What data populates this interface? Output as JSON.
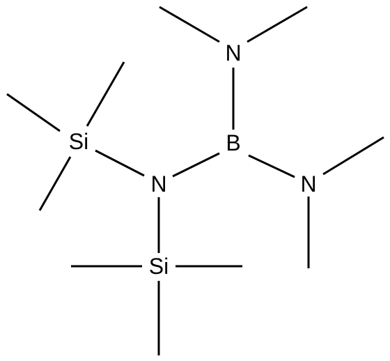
{
  "molecule": {
    "atoms": {
      "n_top": "N",
      "b": "B",
      "n_right": "N",
      "n_center": "N",
      "si_left": "Si",
      "si_bottom": "Si"
    }
  },
  "colors": {
    "bond": "#000000",
    "label": "#000000",
    "background": "#ffffff"
  }
}
